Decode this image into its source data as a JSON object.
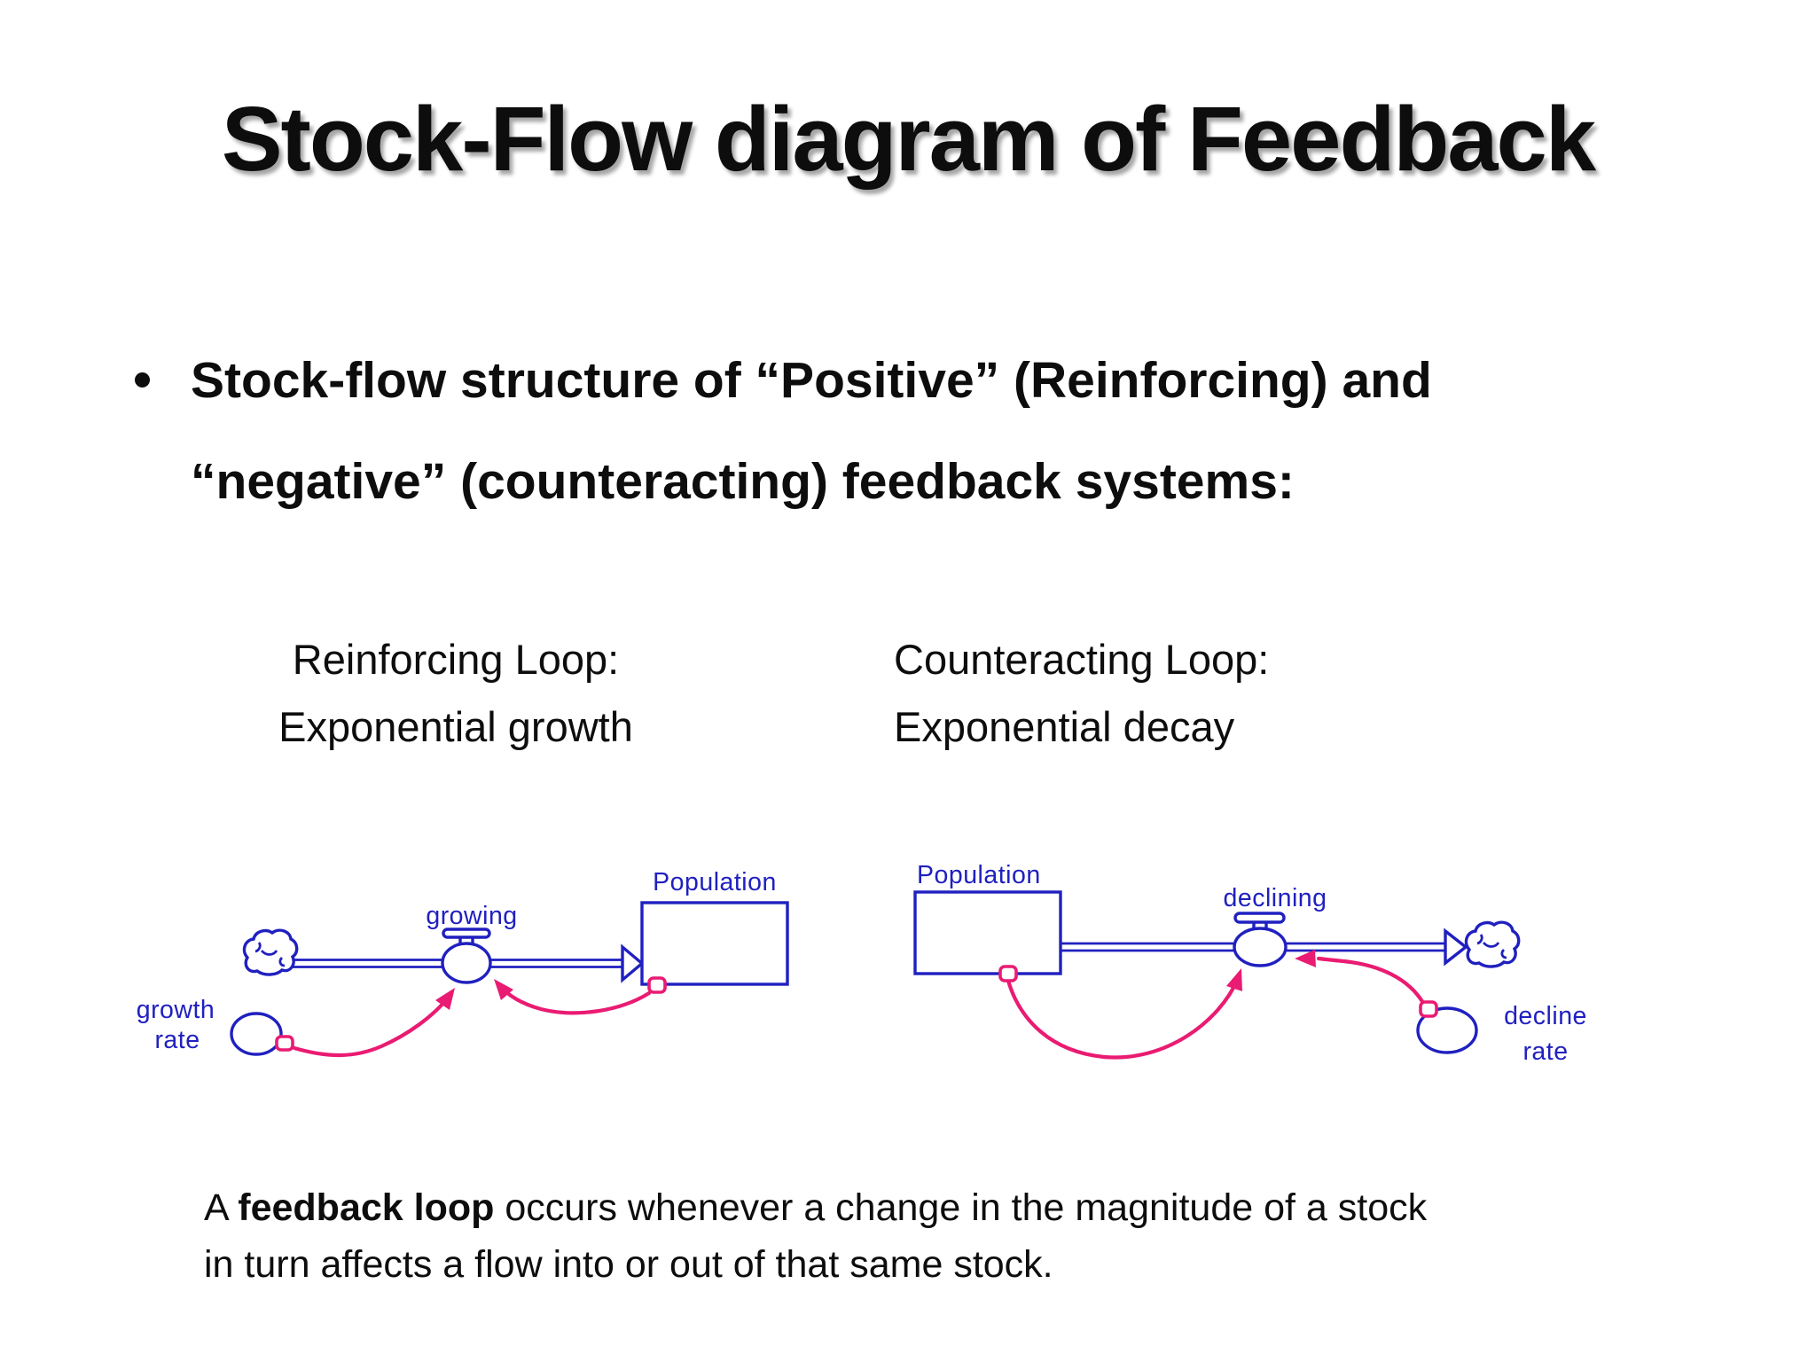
{
  "title": "Stock-Flow diagram of Feedback",
  "bullet": {
    "line1": "Stock-flow structure of “Positive” (Reinforcing) and",
    "line2": "“negative” (counteracting) feedback systems:"
  },
  "loops": {
    "left": {
      "heading": "Reinforcing Loop:",
      "subheading": "Exponential growth",
      "flow_label": "growing",
      "stock_label": "Population",
      "rate_label_line1": "growth",
      "rate_label_line2": "rate"
    },
    "right": {
      "heading": "Counteracting Loop:",
      "subheading": "Exponential decay",
      "flow_label": "declining",
      "stock_label": "Population",
      "rate_label_line1": "decline",
      "rate_label_line2": "rate"
    }
  },
  "caption": {
    "lead": "A ",
    "bold": "feedback loop",
    "line1_rest": " occurs whenever a change in the magnitude of a stock",
    "line2": "in turn affects a flow into or out of that same stock."
  },
  "colors": {
    "diagram_blue": "#2020c0",
    "connector_pink": "#ea1b72",
    "text_black": "#0d0d0d"
  }
}
